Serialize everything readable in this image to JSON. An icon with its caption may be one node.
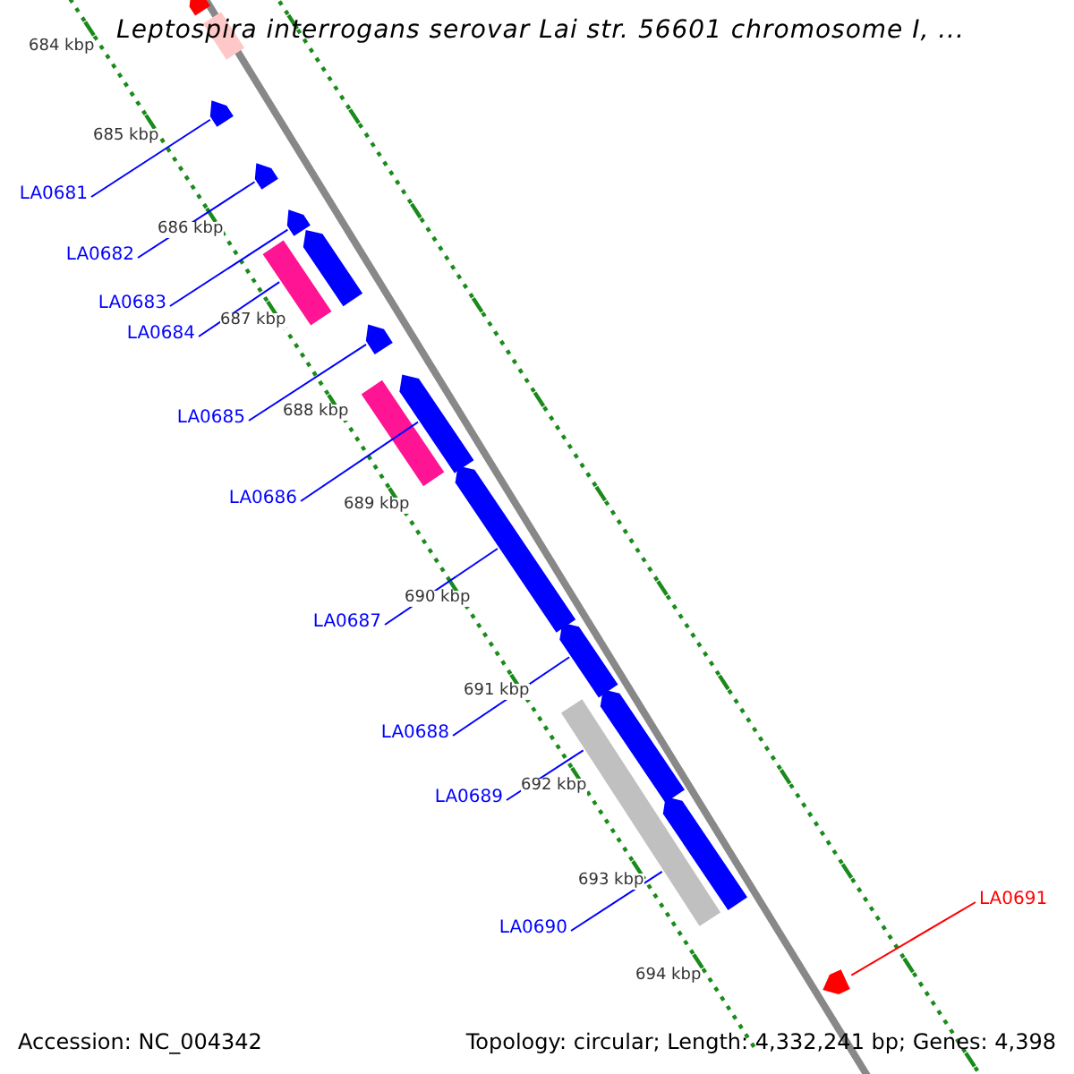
{
  "diagram": {
    "title": "Leptospira interrogans serovar Lai str. 56601 chromosome I, ...",
    "nodes": [
      {
        "text": [
          "LA0681"
        ]
      },
      {
        "text": [
          "LA0682"
        ]
      },
      {
        "text": [
          "LA0683"
        ]
      },
      {
        "text": [
          "LA0684"
        ]
      },
      {
        "text": [
          "LA0685"
        ]
      },
      {
        "text": [
          "LA0686"
        ]
      },
      {
        "text": [
          "LA0687"
        ]
      },
      {
        "text": [
          "LA0688"
        ]
      },
      {
        "text": [
          "LA0689"
        ]
      },
      {
        "text": [
          "LA0690"
        ]
      },
      {
        "text": [
          "LA0691"
        ]
      },
      {
        "text": [],
        "shape": "arrow"
      },
      {
        "text": [],
        "shape": "bar"
      },
      {
        "text": [],
        "shape": "arrow"
      },
      {
        "text": [],
        "shape": "arrow"
      },
      {
        "text": [],
        "shape": "arrow"
      },
      {
        "text": [],
        "shape": "bar"
      },
      {
        "text": [],
        "shape": "arrow"
      },
      {
        "text": [],
        "shape": "arrow"
      },
      {
        "text": [],
        "shape": "bar"
      },
      {
        "text": [],
        "shape": "arrow"
      },
      {
        "text": [],
        "shape": "arrow"
      },
      {
        "text": [],
        "shape": "arrow"
      },
      {
        "text": [],
        "shape": "arrow"
      },
      {
        "text": [],
        "shape": "bar"
      },
      {
        "text": [],
        "shape": "arrow"
      },
      {
        "text": [],
        "shape": "arrow"
      }
    ],
    "edges": [
      {
        "from": 0,
        "to": 13,
        "arrow": "none"
      },
      {
        "from": 1,
        "to": 14,
        "arrow": "none"
      },
      {
        "from": 2,
        "to": 15,
        "arrow": "none"
      },
      {
        "from": 3,
        "to": 16,
        "arrow": "none"
      },
      {
        "from": 4,
        "to": 18,
        "arrow": "none"
      },
      {
        "from": 5,
        "to": 20,
        "arrow": "none"
      },
      {
        "from": 6,
        "to": 21,
        "arrow": "none"
      },
      {
        "from": 7,
        "to": 22,
        "arrow": "none"
      },
      {
        "from": 8,
        "to": 24,
        "arrow": "none"
      },
      {
        "from": 9,
        "to": 24,
        "arrow": "none"
      },
      {
        "from": 10,
        "to": 26,
        "arrow": "none",
        "color": "#ff0000"
      }
    ],
    "labels": [
      "684 kbp",
      "685 kbp",
      "686 kbp",
      "687 kbp",
      "688 kbp",
      "689 kbp",
      "690 kbp",
      "691 kbp",
      "692 kbp",
      "693 kbp",
      "694 kbp",
      "Accession: NC_004342",
      "Topology: circular; Length: 4,332,241 bp; Genes: 4,398"
    ]
  }
}
